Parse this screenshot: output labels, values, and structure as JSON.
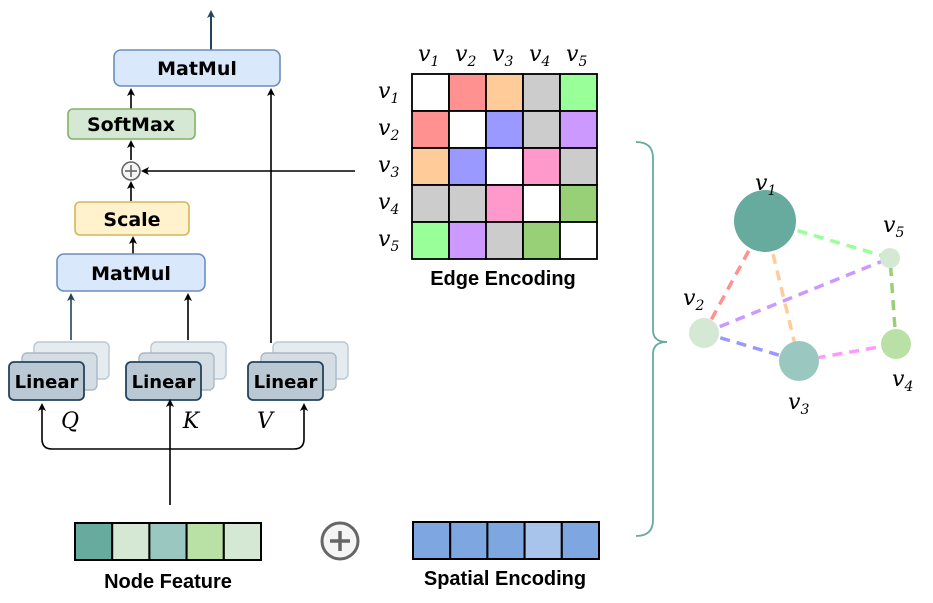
{
  "attention_block": {
    "top_matmul": "MatMul",
    "softmax": "SoftMax",
    "scale": "Scale",
    "bottom_matmul": "MatMul",
    "linear_labels": [
      "Linear",
      "Linear",
      "Linear"
    ],
    "qkv_labels": [
      "Q",
      "K",
      "V"
    ],
    "add_symbol": "⊕",
    "colors": {
      "matmul_fill": "#dae8fc",
      "matmul_stroke": "#6c8ebf",
      "softmax_fill": "#d5e8d4",
      "softmax_stroke": "#82b366",
      "scale_fill": "#fff2cc",
      "scale_stroke": "#d6b656",
      "linear_fill": "#bac8d3",
      "linear_stroke": "#23445d"
    }
  },
  "node_feature": {
    "caption": "Node Feature",
    "cells": [
      "#67ab9f",
      "#d5e8d4",
      "#9ac7bf",
      "#b9e0a5",
      "#d5e8d4"
    ]
  },
  "plus_symbol": "⊕",
  "spatial_encoding": {
    "caption": "Spatial Encoding",
    "cells": [
      "#7ea6e0",
      "#7ea6e0",
      "#7ea6e0",
      "#a9c4eb",
      "#7ea6e0"
    ]
  },
  "edge_encoding": {
    "caption": "Edge Encoding",
    "row_labels": [
      "v1",
      "v2",
      "v3",
      "v4",
      "v5"
    ],
    "col_labels": [
      "v1",
      "v2",
      "v3",
      "v4",
      "v5"
    ],
    "matrix": [
      [
        "#ffffff",
        "#ff9191",
        "#ffcc99",
        "#cccccc",
        "#99ff99"
      ],
      [
        "#ff9191",
        "#ffffff",
        "#9999ff",
        "#cccccc",
        "#cc99ff"
      ],
      [
        "#ffcc99",
        "#9999ff",
        "#ffffff",
        "#ff99cc",
        "#cccccc"
      ],
      [
        "#cccccc",
        "#cccccc",
        "#ff99cc",
        "#ffffff",
        "#97d077"
      ],
      [
        "#99ff99",
        "#cc99ff",
        "#cccccc",
        "#97d077",
        "#ffffff"
      ]
    ]
  },
  "graph": {
    "nodes": [
      {
        "id": "v1",
        "base": "v",
        "sub": "1",
        "color": "#67ab9f",
        "size": "large"
      },
      {
        "id": "v2",
        "base": "v",
        "sub": "2",
        "color": "#d5e8d4",
        "size": "small"
      },
      {
        "id": "v3",
        "base": "v",
        "sub": "3",
        "color": "#9ac7bf",
        "size": "medium"
      },
      {
        "id": "v4",
        "base": "v",
        "sub": "4",
        "color": "#b9e0a5",
        "size": "medium-small"
      },
      {
        "id": "v5",
        "base": "v",
        "sub": "5",
        "color": "#d5e8d4",
        "size": "tiny"
      }
    ],
    "edges": [
      {
        "from": "v1",
        "to": "v2",
        "color": "#ff9191"
      },
      {
        "from": "v1",
        "to": "v3",
        "color": "#ffcc99"
      },
      {
        "from": "v1",
        "to": "v5",
        "color": "#99ff99"
      },
      {
        "from": "v2",
        "to": "v3",
        "color": "#9999ff"
      },
      {
        "from": "v2",
        "to": "v5",
        "color": "#cc99ff"
      },
      {
        "from": "v3",
        "to": "v4",
        "color": "#ff99ff"
      },
      {
        "from": "v4",
        "to": "v5",
        "color": "#97d077"
      }
    ],
    "brace_color": "#67ab9f"
  }
}
